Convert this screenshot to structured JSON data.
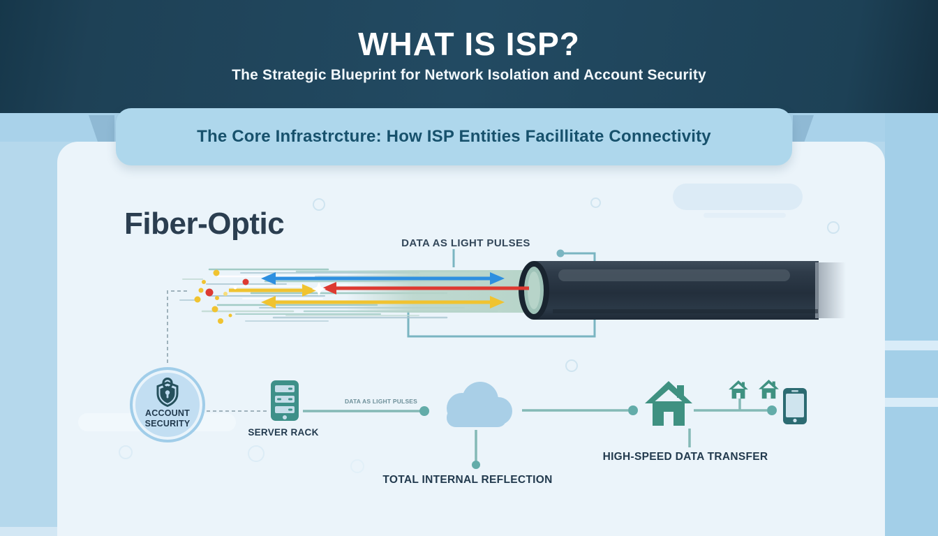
{
  "header": {
    "title": "WHAT IS ISP?",
    "subtitle": "The Strategic Blueprint for Network Isolation and Account Security"
  },
  "banner": {
    "title": "The Core Infrastrcture: How ISP Entities Facillitate Connectivity"
  },
  "diagram": {
    "section_title": "Fiber-Optic",
    "cable_label": "DATA AS LIGHT PULSES",
    "nodes": {
      "account_security": {
        "line1": "ACCOUNT",
        "line2": "SECURITY",
        "icon": "shield-lock-icon"
      },
      "server_rack": {
        "label": "SERVER RACK",
        "icon": "server-rack-icon"
      },
      "cloud": {
        "label": "TOTAL INTERNAL REFLECTION",
        "icon": "cloud-icon"
      },
      "house": {
        "label": "HIGH-SPEED DATA TRANSFER",
        "icon": "house-icon"
      },
      "endpoints": {
        "icons": [
          "house-icon",
          "house-icon",
          "smartphone-icon"
        ]
      }
    },
    "links": {
      "server_to_cloud_label": "DATA AS LIGHT PULSES"
    }
  },
  "colors": {
    "header_navy": "#1d3e53",
    "banner_blue": "#aed7ec",
    "page_blue": "#b5d8ec",
    "panel": "#ebf4fa",
    "accent_teal": "#3e9089",
    "connector_teal": "#84b9b6",
    "arrow_blue": "#2e8fe0",
    "arrow_red": "#dd3a31",
    "arrow_yellow": "#f0c330",
    "fiber_green": "#b7d4c9",
    "cable_dark": "#2a3745",
    "label_navy": "#223a4e"
  }
}
